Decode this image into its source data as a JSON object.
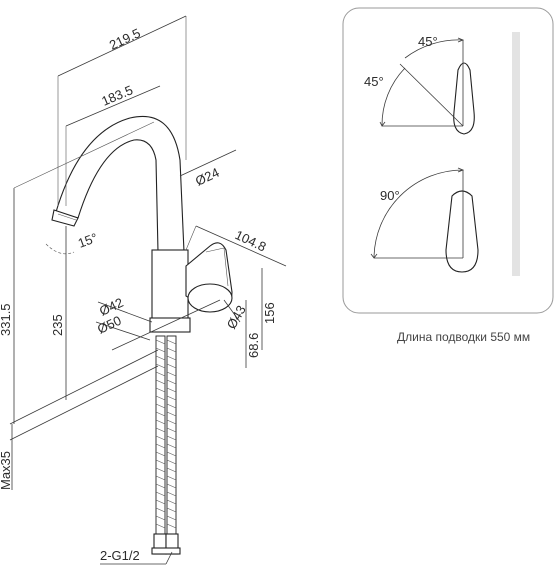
{
  "dimensions": {
    "spout_reach_total": "219.5",
    "spout_reach": "183.5",
    "spout_diameter": "Ø24",
    "spout_angle": "15°",
    "total_height": "331.5",
    "spout_height": "235",
    "base_diameter_outer": "Ø42",
    "base_diameter_inner": "Ø50",
    "lever_depth": "104.8",
    "lever_diameter": "Ø43",
    "lever_height": "156",
    "base_height": "68.6",
    "max_counter": "Max35",
    "connection": "2-G1/2"
  },
  "inset": {
    "angle_top_a": "45°",
    "angle_top_b": "45°",
    "angle_bottom": "90°"
  },
  "note": "Длина подводки 550 мм"
}
